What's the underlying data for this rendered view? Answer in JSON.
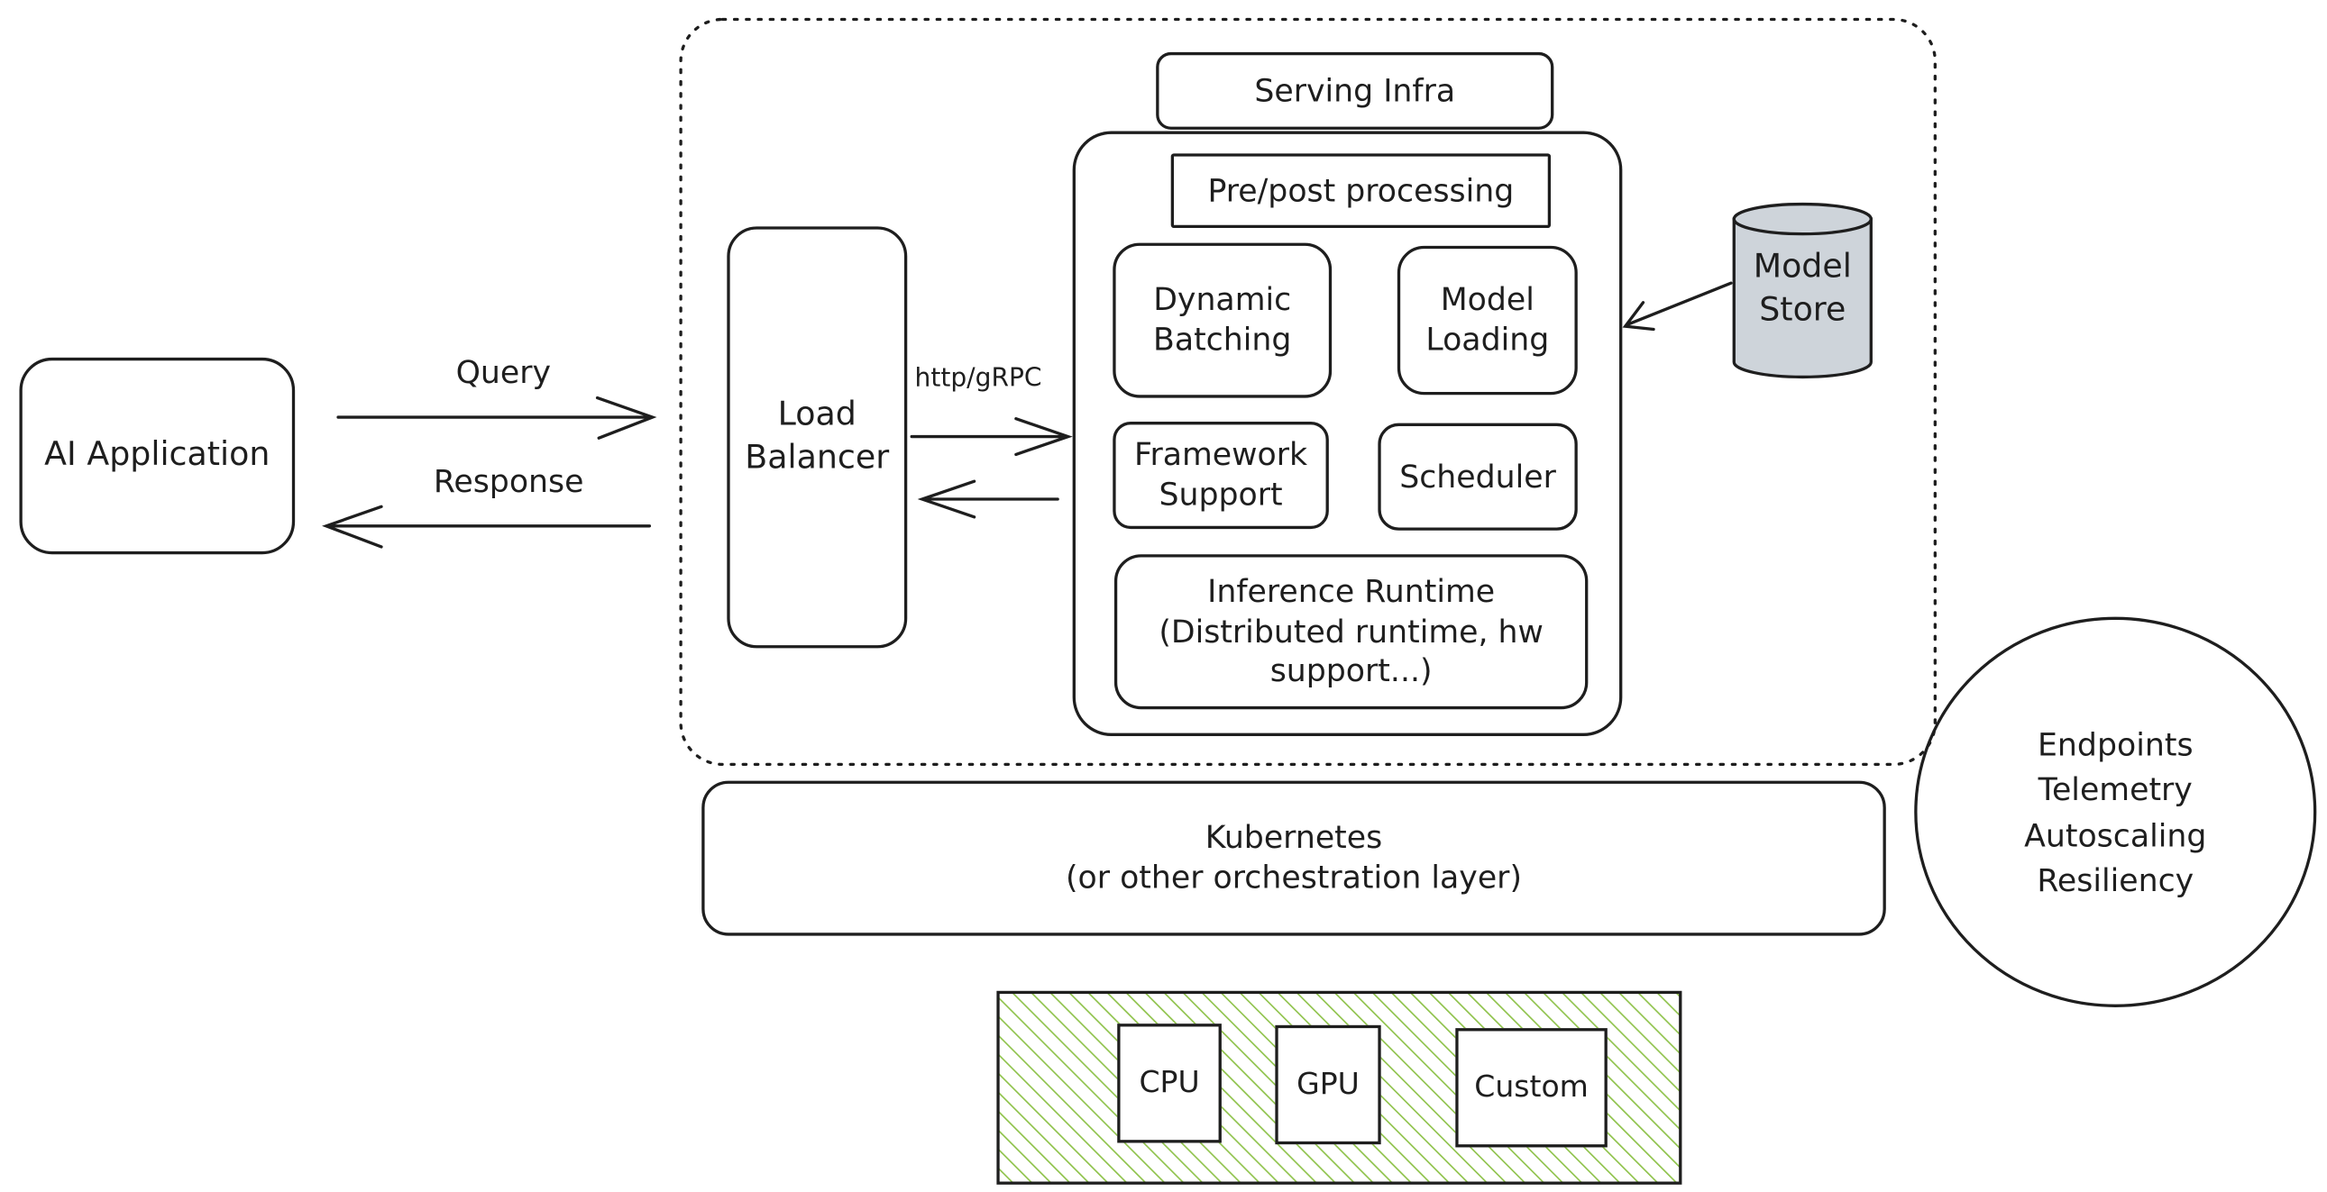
{
  "client": {
    "label": "AI Application"
  },
  "arrows": {
    "query": "Query",
    "response": "Response",
    "protocol": "http/gRPC"
  },
  "serving": {
    "title": "Serving Infra",
    "load_balancer": "Load\nBalancer",
    "preprocessing": "Pre/post processing",
    "dynamic_batching": "Dynamic\nBatching",
    "model_loading": "Model\nLoading",
    "framework_support": "Framework\nSupport",
    "scheduler": "Scheduler",
    "inference_runtime": "Inference Runtime\n(Distributed runtime, hw\nsupport...)"
  },
  "model_store": {
    "label": "Model\nStore",
    "fill": "#ced4da"
  },
  "capabilities": {
    "label": "Endpoints\nTelemetry\nAutoscaling\nResiliency"
  },
  "orchestration": {
    "label": "Kubernetes\n(or other orchestration layer)"
  },
  "hardware": {
    "items": [
      "CPU",
      "GPU",
      "Custom"
    ],
    "hatch_color": "#8ec24a"
  }
}
